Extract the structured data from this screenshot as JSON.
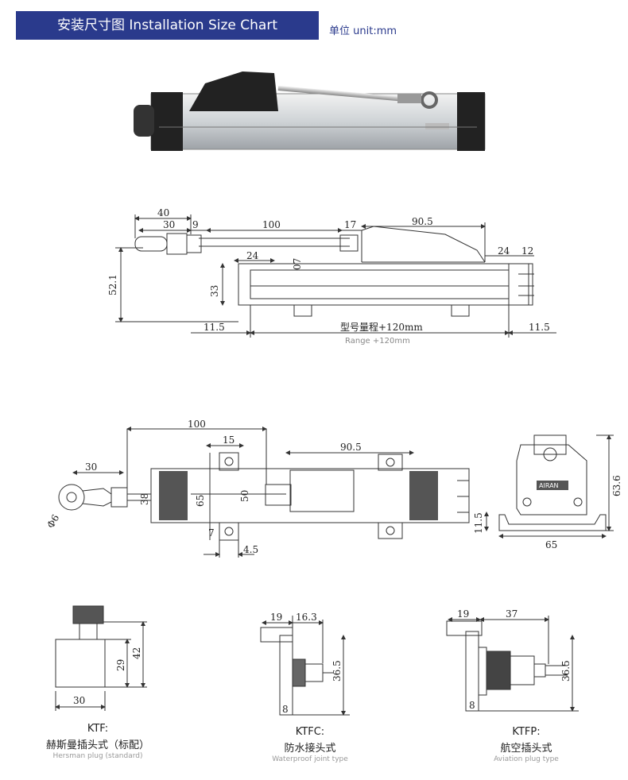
{
  "header": {
    "title": "安装尺寸图 Installation Size Chart",
    "unit": "单位 unit:mm"
  },
  "side_view": {
    "d40": "40",
    "d30": "30",
    "d9": "9",
    "d100": "100",
    "d17": "17",
    "d90_5": "90.5",
    "d24_top": "24",
    "d12": "12",
    "d24_inner": "24",
    "d07": "07",
    "d52_1": "52.1",
    "d33": "33",
    "d11_5_left": "11.5",
    "d11_5_right": "11.5",
    "range_cn": "型号量程+120mm",
    "range_en": "Range +120mm"
  },
  "top_view": {
    "d100": "100",
    "d15": "15",
    "d30": "30",
    "d90_5": "90.5",
    "d6": "Φ6",
    "d38": "38",
    "d65": "65",
    "d50": "50",
    "d7": "7",
    "d4_5": "4.5",
    "d63_6": "63.6",
    "d11_5": "11.5",
    "d65_end": "65",
    "brand": "AIRAN"
  },
  "connectors": [
    {
      "code": "KTF:",
      "cn": "赫斯曼插头式（标配）",
      "en": "Hersman plug (standard)",
      "d30": "30",
      "d29": "29",
      "d42": "42"
    },
    {
      "code": "KTFC:",
      "cn": "防水接头式",
      "en": "Waterproof joint type",
      "d19": "19",
      "d16_3": "16.3",
      "d36_5": "36.5",
      "d8": "8"
    },
    {
      "code": "KTFP:",
      "cn": "航空插头式",
      "en": "Aviation plug type",
      "d19": "19",
      "d37": "37",
      "d36_5": "36.5",
      "d8": "8"
    }
  ],
  "colors": {
    "title_bg": "#2a3a8c",
    "unit_text": "#2a3a8c"
  }
}
